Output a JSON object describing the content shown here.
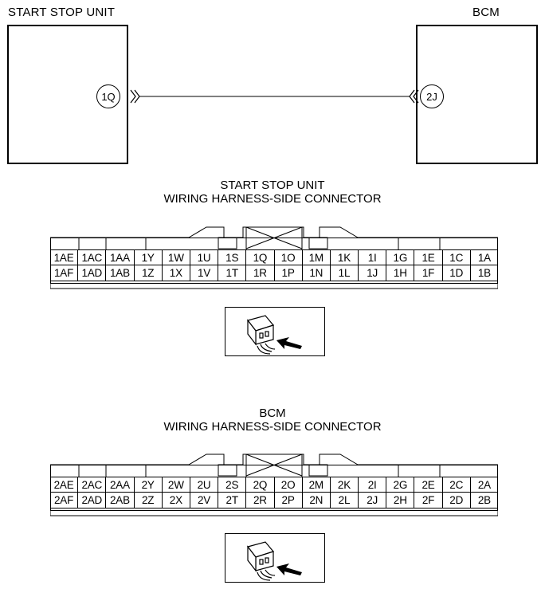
{
  "schematic": {
    "left_unit_label": "START STOP UNIT",
    "right_unit_label": "BCM",
    "left_terminal": "1Q",
    "right_terminal": "2J"
  },
  "connectors": [
    {
      "title_line1": "START STOP UNIT",
      "title_line2": "WIRING HARNESS-SIDE CONNECTOR",
      "row1": [
        "1AE",
        "1AC",
        "1AA",
        "1Y",
        "1W",
        "1U",
        "1S",
        "1Q",
        "1O",
        "1M",
        "1K",
        "1I",
        "1G",
        "1E",
        "1C",
        "1A"
      ],
      "row2": [
        "1AF",
        "1AD",
        "1AB",
        "1Z",
        "1X",
        "1V",
        "1T",
        "1R",
        "1P",
        "1N",
        "1L",
        "1J",
        "1H",
        "1F",
        "1D",
        "1B"
      ]
    },
    {
      "title_line1": "BCM",
      "title_line2": "WIRING HARNESS-SIDE CONNECTOR",
      "row1": [
        "2AE",
        "2AC",
        "2AA",
        "2Y",
        "2W",
        "2U",
        "2S",
        "2Q",
        "2O",
        "2M",
        "2K",
        "2I",
        "2G",
        "2E",
        "2C",
        "2A"
      ],
      "row2": [
        "2AF",
        "2AD",
        "2AB",
        "2Z",
        "2X",
        "2V",
        "2T",
        "2R",
        "2P",
        "2N",
        "2L",
        "2J",
        "2H",
        "2F",
        "2D",
        "2B"
      ]
    }
  ],
  "icons": {
    "view_direction": "connector-view-arrow-icon"
  }
}
